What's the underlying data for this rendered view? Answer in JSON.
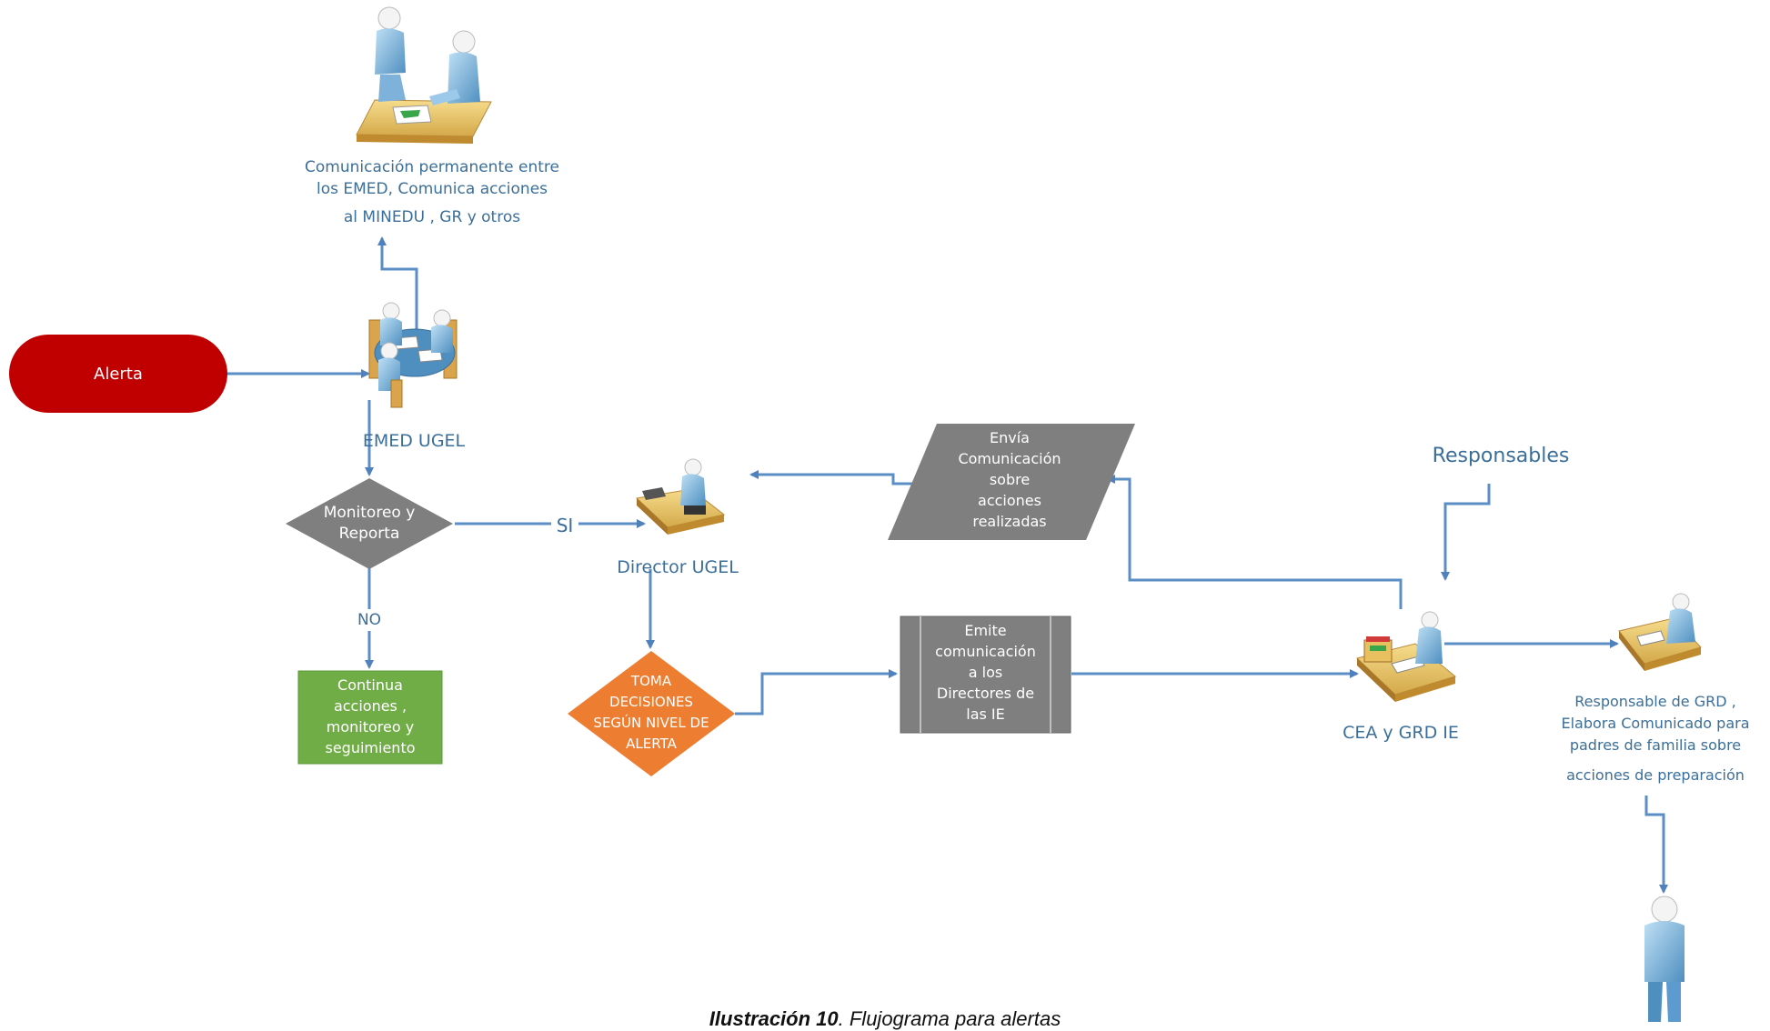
{
  "nodes": {
    "alerta": "Alerta",
    "comunicacion_top": [
      "Comunicación permanente entre",
      "los EMED, Comunica acciones",
      "al MINEDU , GR y otros"
    ],
    "emed": "EMED UGEL",
    "monitoreo": [
      "Monitoreo y",
      "Reporta"
    ],
    "si": "SI",
    "no": "NO",
    "continua": [
      "Continua",
      "acciones ,",
      "monitoreo y",
      "seguimiento"
    ],
    "director": "Director UGEL",
    "toma": [
      "TOMA",
      "DECISIONES",
      "SEGÚN NIVEL DE",
      "ALERTA"
    ],
    "envia": [
      "Envía",
      "Comunicación",
      "sobre",
      "acciones",
      "realizadas"
    ],
    "emite": [
      "Emite",
      "comunicación",
      "a los",
      "Directores de",
      "las IE"
    ],
    "responsables": "Responsables",
    "cea": "CEA y GRD IE",
    "responsable_grd": [
      "Responsable de GRD ,",
      "Elabora Comunicado para",
      "padres de familia sobre",
      "acciones de preparación"
    ]
  },
  "caption": {
    "label": "Ilustración 10",
    "text": ". Flujograma para alertas"
  },
  "colors": {
    "alerta": "#c00000",
    "decision_gray": "#7f7f7f",
    "continua_green": "#70ad47",
    "toma_orange": "#ed7d31",
    "arrow_blue": "#5b8ec4",
    "label_blue": "#3b6f99"
  }
}
